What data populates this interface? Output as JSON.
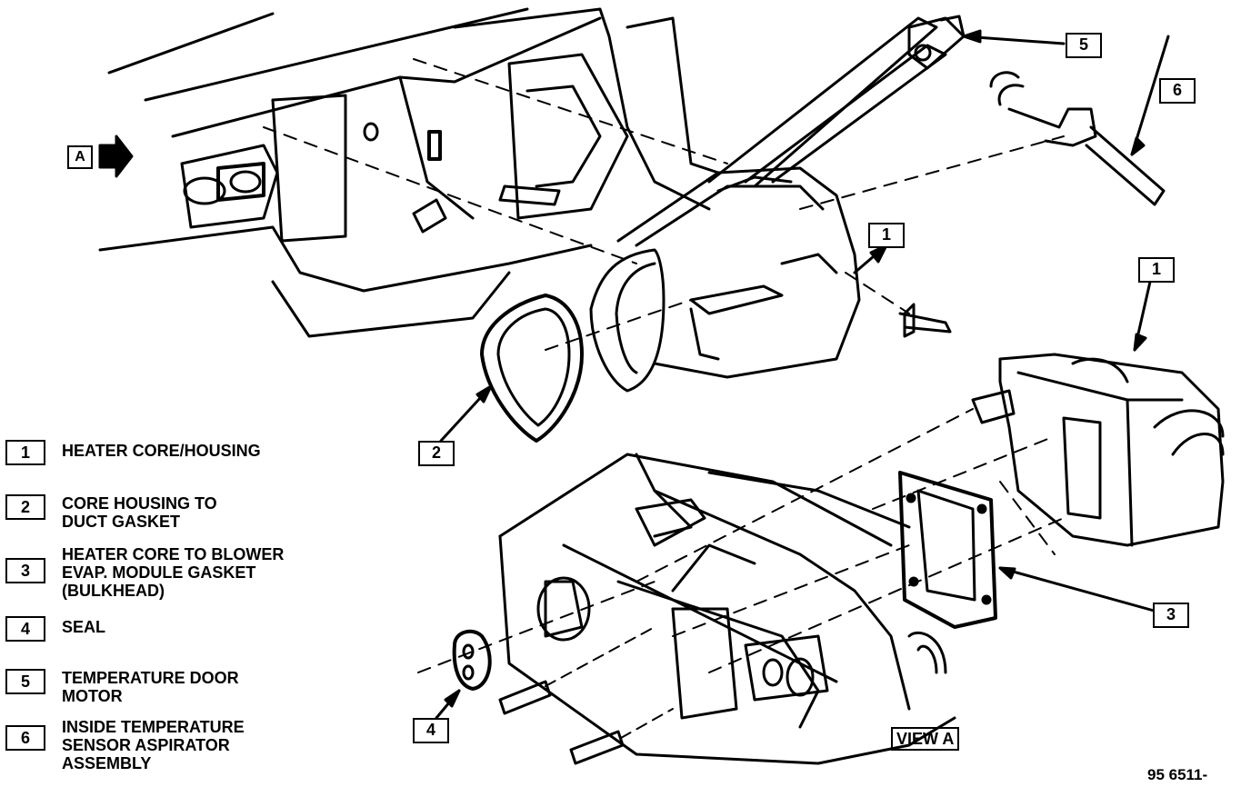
{
  "callouts": {
    "c5": "5",
    "c6": "6",
    "c1_top": "1",
    "c1_bottom": "1",
    "c2": "2",
    "c3": "3",
    "c4": "4",
    "view_marker": "A"
  },
  "view_label": "VIEW A",
  "figure_id": "95 6511-",
  "legend": [
    {
      "num": "1",
      "text": "HEATER CORE/HOUSING"
    },
    {
      "num": "2",
      "text": "CORE HOUSING TO DUCT GASKET"
    },
    {
      "num": "3",
      "text": "HEATER CORE TO BLOWER EVAP. MODULE GASKET (BULKHEAD)"
    },
    {
      "num": "4",
      "text": "SEAL"
    },
    {
      "num": "5",
      "text": "TEMPERATURE DOOR MOTOR"
    },
    {
      "num": "6",
      "text": "INSIDE TEMPERATURE SENSOR ASPIRATOR ASSEMBLY"
    }
  ]
}
